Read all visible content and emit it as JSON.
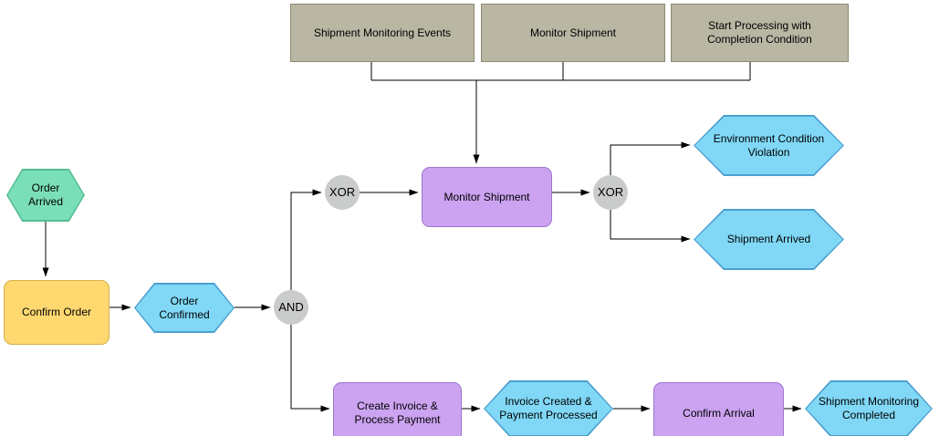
{
  "diagram": {
    "references": {
      "shipment_monitoring_events": {
        "label": "Shipment Monitoring Events"
      },
      "monitor_shipment": {
        "label": "Monitor Shipment"
      },
      "start_processing": {
        "label": "Start Processing with Completion Condition"
      }
    },
    "nodes": {
      "order_arrived": {
        "label": "Order Arrived",
        "type": "start-event",
        "shape": "hexagon"
      },
      "confirm_order": {
        "label": "Confirm Order",
        "type": "task",
        "shape": "rounded-rect"
      },
      "order_confirmed": {
        "label": "Order Confirmed",
        "type": "event",
        "shape": "hexagon"
      },
      "and_gateway": {
        "label": "AND",
        "type": "gateway",
        "shape": "circle"
      },
      "xor_gateway_upper": {
        "label": "XOR",
        "type": "gateway",
        "shape": "circle"
      },
      "monitor_shipment": {
        "label": "Monitor Shipment",
        "type": "task",
        "shape": "rounded-rect"
      },
      "xor_gateway_split": {
        "label": "XOR",
        "type": "gateway",
        "shape": "circle"
      },
      "environment_condition_violation": {
        "label": "Environment Condition Violation",
        "type": "event",
        "shape": "hexagon"
      },
      "shipment_arrived": {
        "label": "Shipment Arrived",
        "type": "event",
        "shape": "hexagon"
      },
      "create_invoice_process_payment": {
        "label": "Create Invoice & Process Payment",
        "type": "task",
        "shape": "rounded-rect"
      },
      "invoice_created_payment_processed": {
        "label": "Invoice Created & Payment Processed",
        "type": "event",
        "shape": "hexagon"
      },
      "confirm_arrival": {
        "label": "Confirm Arrival",
        "type": "task",
        "shape": "rounded-rect"
      },
      "shipment_monitoring_completed": {
        "label": "Shipment Monitoring Completed",
        "type": "event",
        "shape": "hexagon"
      }
    },
    "colors": {
      "reference_fill": "#B9B6A3",
      "reference_stroke": "#8C8A72",
      "start_event_fill": "#7ADFB9",
      "start_event_stroke": "#55BC93",
      "initial_task_fill": "#FFD870",
      "initial_task_stroke": "#D4B04E",
      "event_fill": "#80D8F6",
      "event_stroke": "#4C9FCF",
      "task_fill": "#CBA3F1",
      "task_stroke": "#9D77CE",
      "gateway_fill": "#C9CCCB",
      "connector": "#000000",
      "background": "#FFFFFF"
    }
  }
}
